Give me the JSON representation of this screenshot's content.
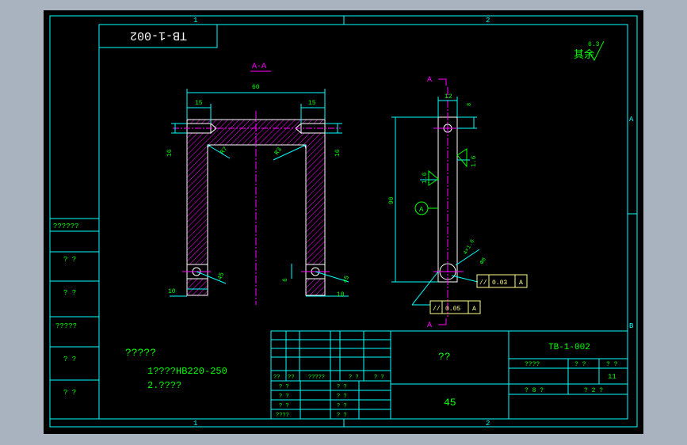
{
  "colors": {
    "background": "#a9b3bf",
    "sheet": "#000000",
    "frame": "#00ffff",
    "dimension": "#00ff00",
    "label": "#ff00ff",
    "section_hatch": "#ff00ff",
    "outline": "#ffffff",
    "tolerance_box": "#ffff88"
  },
  "border": {
    "zone_top": [
      "1",
      "2"
    ],
    "zone_bottom": [
      "1",
      "2"
    ],
    "zone_right": [
      "A",
      "B"
    ]
  },
  "drawing_number_inverted": "TB-1-002",
  "surface_finish": {
    "label": "其余",
    "value": "6.3"
  },
  "section_label": "A-A",
  "section_cut_label": "A",
  "datum_label": "A",
  "dimensions": {
    "width_total": "60",
    "slot_left": "15",
    "slot_right": "15",
    "hole_depth_left": "16",
    "hole_depth_right": "16",
    "radius_left": "R7",
    "radius_right": "R3",
    "bottom_left": "10",
    "bottom_right": "10",
    "angle_left": "45",
    "angle_right": "45",
    "side_small": "6",
    "side_width": "12",
    "side_top": "8",
    "side_height": "90",
    "roughness_right": "1.6",
    "roughness_left": "1.6",
    "hole_note": "4×1.6",
    "hole_dia": "Φ8"
  },
  "tolerances": [
    {
      "symbol": "//",
      "value": "0.03",
      "datum": "A"
    },
    {
      "symbol": "//",
      "value": "0.05",
      "datum": "A"
    }
  ],
  "left_strip": [
    "??????",
    "? ?",
    "? ?",
    "?????",
    "? ?",
    "? ?"
  ],
  "notes": {
    "title": "?????",
    "line1": "1????HB220-250",
    "line2": "2.????"
  },
  "title_block": {
    "part_name": "??",
    "material": "45",
    "drawing_no": "TB-1-002",
    "row_headers": [
      "????",
      "? ?",
      "? ?"
    ],
    "scale_value": "11",
    "sheet_info": [
      "? 8 ?",
      "? 2 ?"
    ],
    "revision_headers": [
      "??",
      "??",
      "?????",
      "? ?",
      "? ?"
    ],
    "signature_rows": [
      [
        "? ?",
        "? ?"
      ],
      [
        "? ?",
        "? ?"
      ],
      [
        "? ?",
        "? ?"
      ],
      [
        "????",
        "? ?"
      ]
    ]
  }
}
